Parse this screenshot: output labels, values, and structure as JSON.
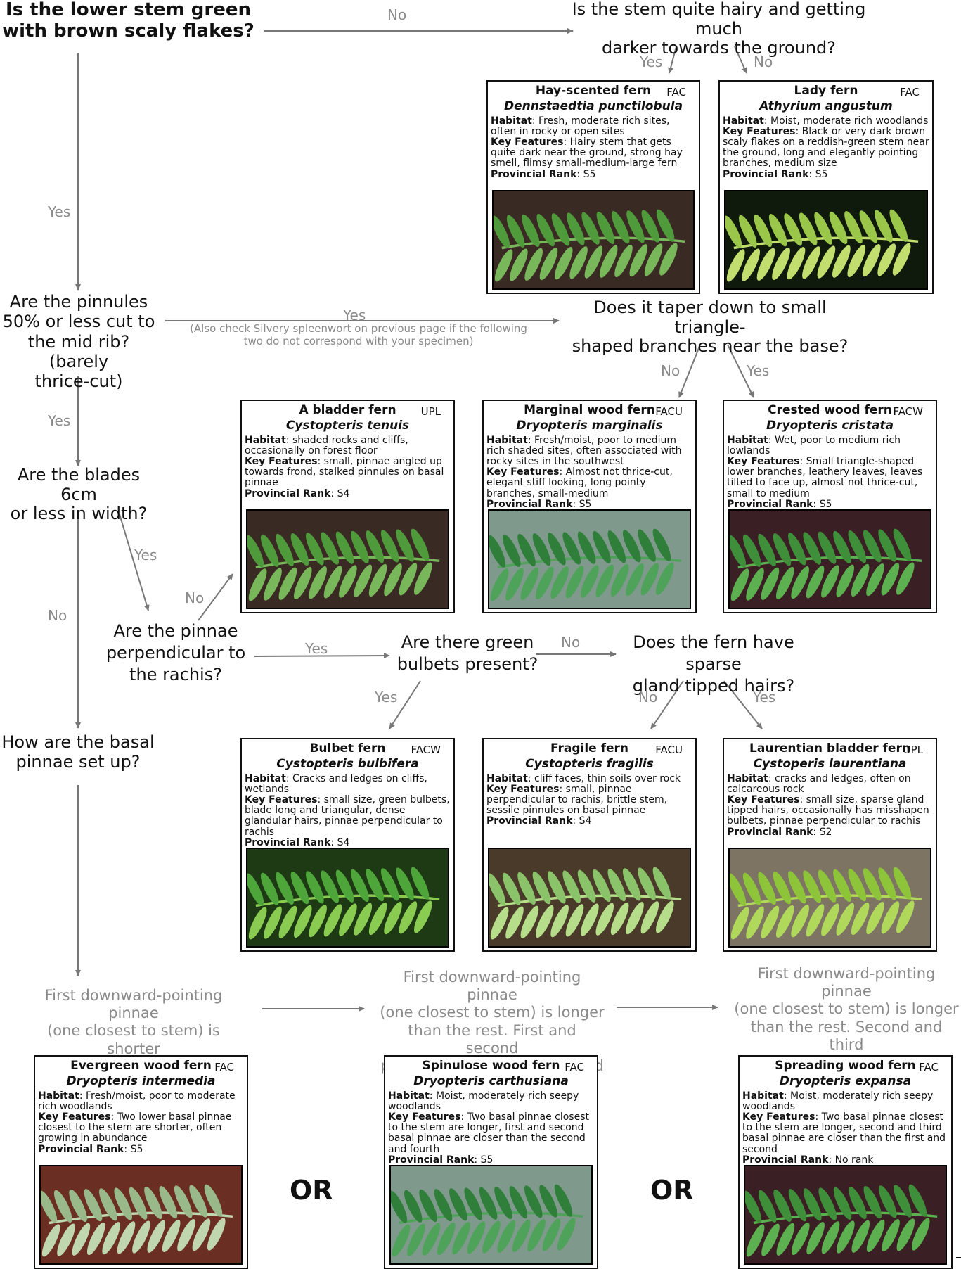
{
  "questions": {
    "q1": "Is the lower stem green\nwith brown scaly flakes?",
    "q2": "Is the stem quite hairy and getting much\ndarker towards the ground?",
    "q3": "Are the pinnules\n50% or less cut to\nthe mid rib? (barely\nthrice-cut)",
    "q4": "Does it taper down to small triangle-\nshaped branches near the base?",
    "q5": "Are the blades 6cm\nor less in width?",
    "q6": "Are the pinnae\nperpendicular to\nthe rachis?",
    "q7": "Are there green\nbulbets present?",
    "q8": "Does the fern have sparse\ngland tipped hairs?",
    "q9": "How are the basal\npinnae set up?",
    "opt1": "First downward-pointing pinnae\n(one closest to stem) is shorter\nthan the second.",
    "opt2": "First downward-pointing pinnae\n(one closest to stem) is longer\nthan the rest. First and second\npinnae are closer than second\nand third.",
    "opt3": "First downward-pointing pinnae\n(one closest to stem) is longer\nthan the rest. Second and third\npinnae are closer than first and\nsecond."
  },
  "labels": {
    "no": "No",
    "yes": "Yes",
    "or": "OR",
    "note": "(Also check Silvery spleenwort on previous page if the following\ntwo do not correspond with your specimen)"
  },
  "field_labels": {
    "habitat": "Habitat",
    "key_features": "Key Features",
    "rank": "Provincial Rank"
  },
  "cards": [
    {
      "name": "Hay-scented fern",
      "code": "FAC",
      "latin": "Dennstaedtia punctilobula",
      "habitat": ": Fresh, moderate rich sites, often in rocky or open sites",
      "features": ": Hairy stem that gets quite dark near the ground, strong hay smell, flimsy small-medium-large fern",
      "rank": ": S5"
    },
    {
      "name": "Lady fern",
      "code": "FAC",
      "latin": "Athyrium angustum",
      "habitat": ": Moist, moderate rich woodlands",
      "features": ": Black or very dark brown scaly flakes on a reddish-green stem near the ground, long and elegantly pointing branches, medium size",
      "rank": ": S5"
    },
    {
      "name": "A bladder fern",
      "code": "UPL",
      "latin": "Cystopteris tenuis",
      "habitat": ": shaded rocks and cliffs, occasionally on forest floor",
      "features": ": small, pinnae angled up towards frond, stalked pinnules on basal pinnae",
      "rank": ": S4"
    },
    {
      "name": "Marginal wood fern",
      "code": "FACU",
      "latin": "Dryopteris marginalis",
      "habitat": ": Fresh/moist, poor to medium rich shaded sites, often associated with rocky sites in the southwest",
      "features": ": Almost not thrice-cut, elegant stiff looking, long pointy branches, small-medium",
      "rank": ": S5"
    },
    {
      "name": "Crested wood fern",
      "code": "FACW",
      "latin": "Dryopteris cristata",
      "habitat": ": Wet, poor to medium rich lowlands",
      "features": ": Small triangle-shaped lower branches, leathery leaves, leaves tilted to face up, almost not thrice-cut, small to medium",
      "rank": ": S5"
    },
    {
      "name": "Bulbet fern",
      "code": "FACW",
      "latin": "Cystopteris bulbifera",
      "habitat": ": Cracks and ledges on cliffs, wetlands",
      "features": ": small size, green bulbets, blade long and triangular, dense glandular hairs, pinnae perpendicular to rachis",
      "rank": ": S4"
    },
    {
      "name": "Fragile fern",
      "code": "FACU",
      "latin": "Cystopteris fragilis",
      "habitat": ": cliff faces, thin soils over rock",
      "features": ": small, pinnae perpendicular to rachis, brittle stem, sessile pinnules on basal pinnae",
      "rank": ": S4"
    },
    {
      "name": "Laurentian bladder fern",
      "code": "UPL",
      "latin": "Cystoperis laurentiana",
      "habitat": ": cracks and ledges, often on calcareous rock",
      "features": ": small size, sparse gland tipped hairs, occasionally has misshapen bulbets, pinnae perpendicular to rachis",
      "rank": ": S2"
    },
    {
      "name": "Evergreen wood fern",
      "code": "FAC",
      "latin": "Dryopteris intermedia",
      "habitat": ": Fresh/moist, poor to moderate rich woodlands",
      "features": ": Two lower basal pinnae closest to the stem are shorter, often growing in abundance",
      "rank": ": S5"
    },
    {
      "name": "Spinulose wood fern",
      "code": "FAC",
      "latin": "Dryopteris carthusiana",
      "habitat": ": Moist, moderately rich seepy woodlands",
      "features": ": Two basal pinnae closest to the stem are longer, first and second basal pinnae are closer than the second and fourth",
      "rank": ": S5"
    },
    {
      "name": "Spreading wood fern",
      "code": "FAC",
      "latin": "Dryopteris expansa",
      "habitat": ": Moist, moderately rich seepy woodlands",
      "features": ": Two basal pinnae closest to the stem are longer, second and third basal pinnae are closer than the first and second",
      "rank": ": No rank"
    }
  ],
  "colors": {
    "arrow": "#777777",
    "label_gray": "#8a8a8a",
    "card_border": "#111111"
  }
}
